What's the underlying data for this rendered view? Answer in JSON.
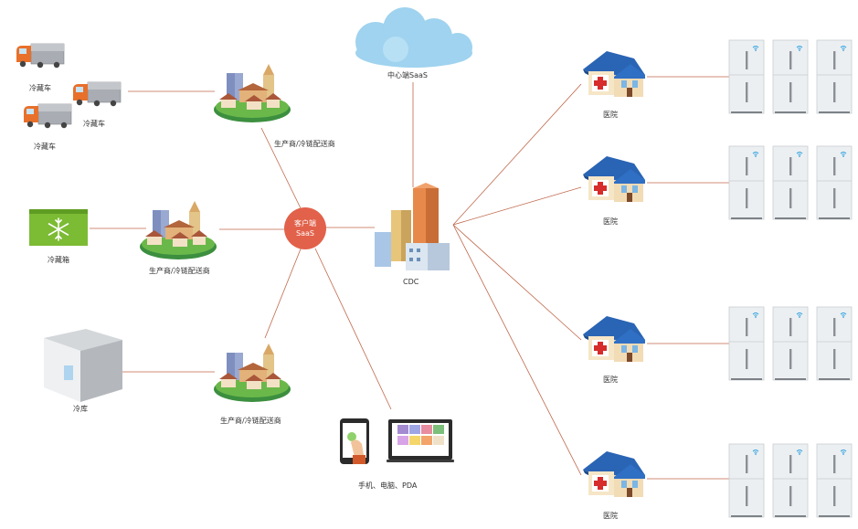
{
  "nodes": {
    "cloud": {
      "label": "中心端SaaS"
    },
    "saas_client": {
      "label_line1": "客户端",
      "label_line2": "SaaS"
    },
    "cdc": {
      "label": "CDC"
    },
    "reefer_truck_1": {
      "label": "冷藏车"
    },
    "reefer_truck_2": {
      "label": "冷藏车"
    },
    "reefer_truck_3": {
      "label": "冷藏车"
    },
    "cold_box": {
      "label": "冷藏箱"
    },
    "cold_storage": {
      "label": "冷库"
    },
    "supplier_top": {
      "label": "生产商/冷链配送商"
    },
    "supplier_mid": {
      "label": "生产商/冷链配送商"
    },
    "supplier_bottom": {
      "label": "生产商/冷链配送商"
    },
    "devices": {
      "label": "手机、电脑、PDA"
    },
    "hospital_1": {
      "label": "医院"
    },
    "hospital_2": {
      "label": "医院"
    },
    "hospital_3": {
      "label": "医院"
    },
    "hospital_4": {
      "label": "医院"
    }
  },
  "colors": {
    "connector": "#c0674a",
    "hub": "#e2614a",
    "cloud": "#9fd3ef",
    "hospital_roof": "#2a64b4",
    "truck_cab": "#e8702b",
    "cold_box": "#7cbb34",
    "ground": "#3c8f3f",
    "fridge": "#e9ecee",
    "wifi": "#2aa0e0"
  },
  "icons": [
    "reefer-truck-icon",
    "cold-box-icon",
    "cold-storage-icon",
    "village-icon",
    "cloud-icon",
    "office-tower-icon",
    "hospital-icon",
    "fridge-icon",
    "wifi-icon",
    "phone-icon",
    "monitor-icon"
  ]
}
